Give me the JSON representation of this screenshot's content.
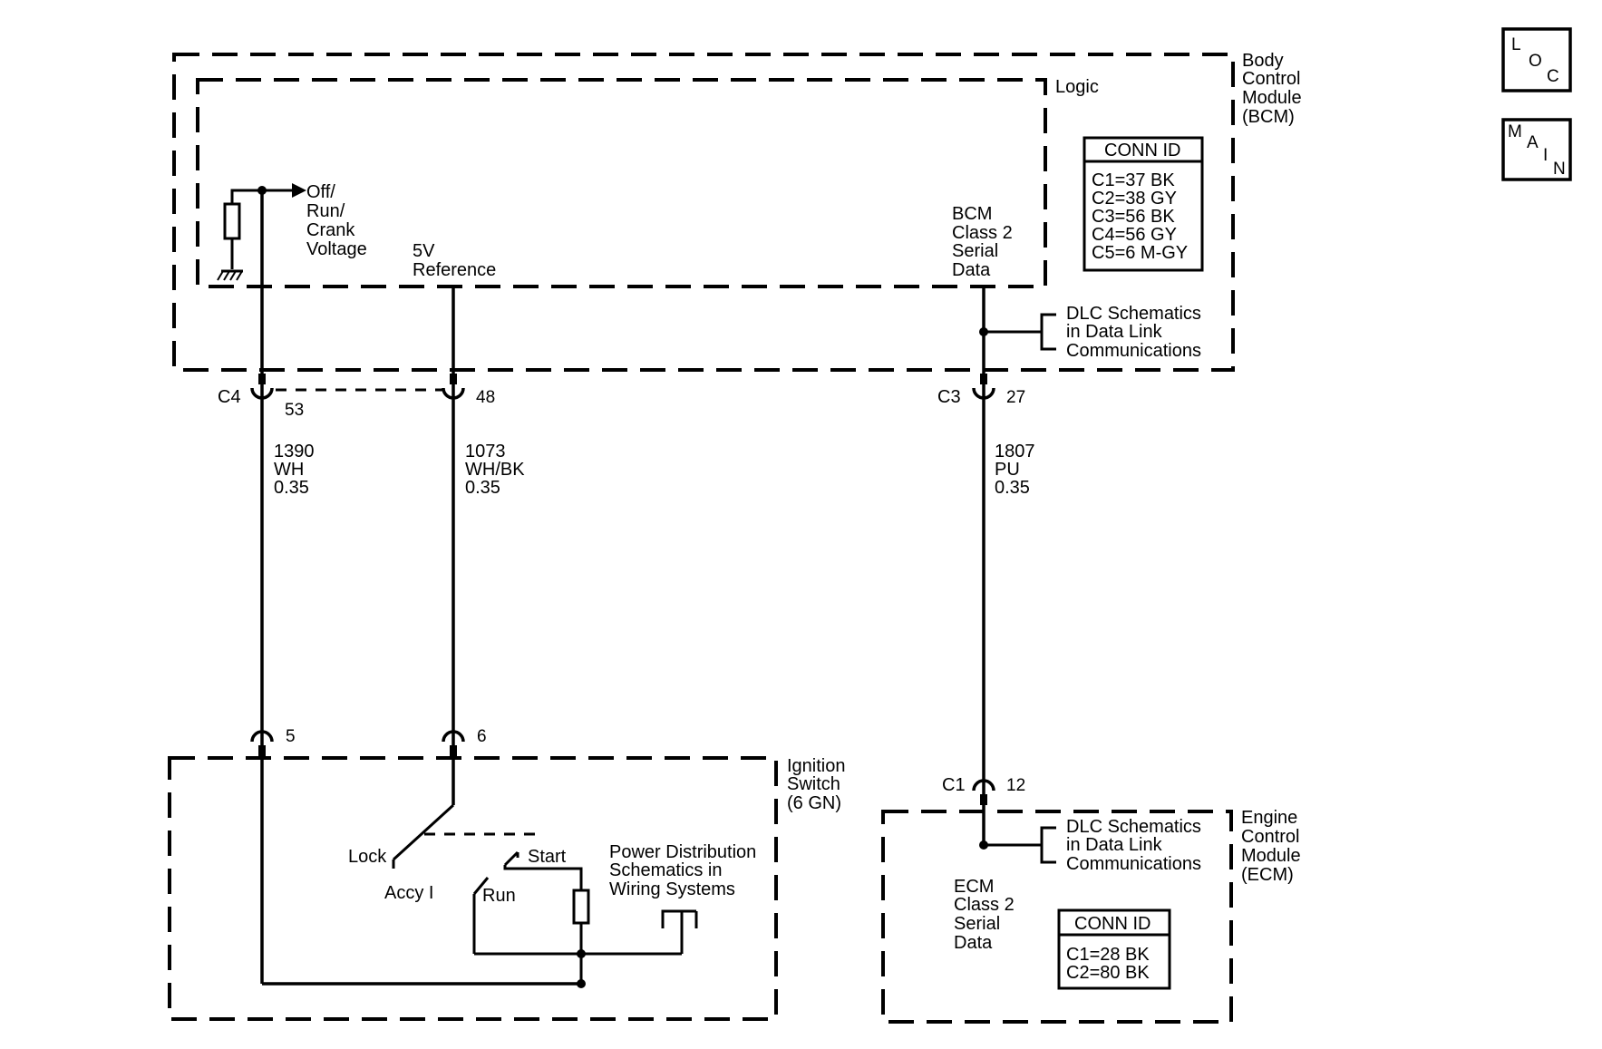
{
  "nav": {
    "loc": [
      "L",
      "O",
      "C"
    ],
    "main": [
      "M",
      "A",
      "I",
      "N"
    ]
  },
  "bcm": {
    "title_lines": [
      "Body",
      "Control",
      "Module",
      "(BCM)"
    ],
    "logic_label": "Logic",
    "off_run_crank_lines": [
      "Off/",
      "Run/",
      "Crank",
      "Voltage"
    ],
    "ref_5v_lines": [
      "5V",
      "Reference"
    ],
    "serial_lines": [
      "BCM",
      "Class 2",
      "Serial",
      "Data"
    ],
    "conn_id": {
      "title": "CONN ID",
      "rows": [
        "C1=37 BK",
        "C2=38 GY",
        "C3=56 BK",
        "C4=56 GY",
        "C5=6 M-GY"
      ]
    },
    "dlc_lines": [
      "DLC Schematics",
      "in Data Link",
      "Communications"
    ]
  },
  "connectors": {
    "c4": {
      "name": "C4",
      "pin": "53"
    },
    "c4_pin2": "48",
    "c3": {
      "name": "C3",
      "pin": "27"
    },
    "ign_pin1": "5",
    "ign_pin2": "6",
    "c1": {
      "name": "C1",
      "pin": "12"
    }
  },
  "wires": [
    {
      "circuit": "1390",
      "color": "WH",
      "gauge": "0.35"
    },
    {
      "circuit": "1073",
      "color": "WH/BK",
      "gauge": "0.35"
    },
    {
      "circuit": "1807",
      "color": "PU",
      "gauge": "0.35"
    }
  ],
  "ignition": {
    "title_lines": [
      "Ignition",
      "Switch",
      "(6 GN)"
    ],
    "lock": "Lock",
    "accy": "Accy I",
    "start": "Start",
    "run": "Run",
    "power_lines": [
      "Power Distribution",
      "Schematics in",
      "Wiring Systems"
    ]
  },
  "ecm": {
    "title_lines": [
      "Engine",
      "Control",
      "Module",
      "(ECM)"
    ],
    "serial_lines": [
      "ECM",
      "Class 2",
      "Serial",
      "Data"
    ],
    "conn_id": {
      "title": "CONN ID",
      "rows": [
        "C1=28 BK",
        "C2=80 BK"
      ]
    },
    "dlc_lines": [
      "DLC Schematics",
      "in Data Link",
      "Communications"
    ]
  }
}
